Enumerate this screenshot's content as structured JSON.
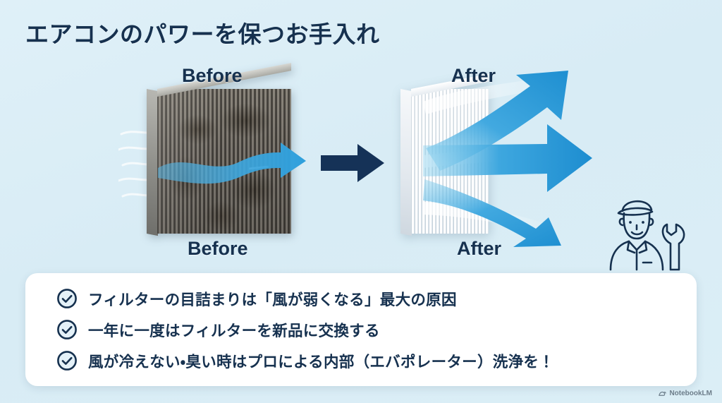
{
  "slide": {
    "title": "エアコンのパワーを保つお手入れ",
    "background_color": "#dceef6",
    "accent_navy": "#16314f",
    "accent_blue": "#2e9fdc"
  },
  "comparison": {
    "before": {
      "label_top": "Before",
      "label_bottom": "Before",
      "filter_state": "clogged-dirty-filter",
      "airflow": "weak-single-stream"
    },
    "after": {
      "label_top": "After",
      "label_bottom": "After",
      "filter_state": "clean-white-filter",
      "airflow": "strong-triple-stream"
    },
    "transition_icon": "right-arrow-icon"
  },
  "illustration": {
    "technician": "technician-with-wrench-icon"
  },
  "bullets": {
    "icon": "check-circle-icon",
    "items": [
      {
        "text": "フィルターの目詰まりは「風が弱くなる」最大の原因"
      },
      {
        "text": "一年に一度はフィルターを新品に交換する"
      },
      {
        "text": "風が冷えない・臭い時はプロによる内部（エバポレーター）洗浄を！"
      }
    ]
  },
  "watermark": {
    "label": "NotebookLM",
    "icon": "notebooklm-icon"
  }
}
